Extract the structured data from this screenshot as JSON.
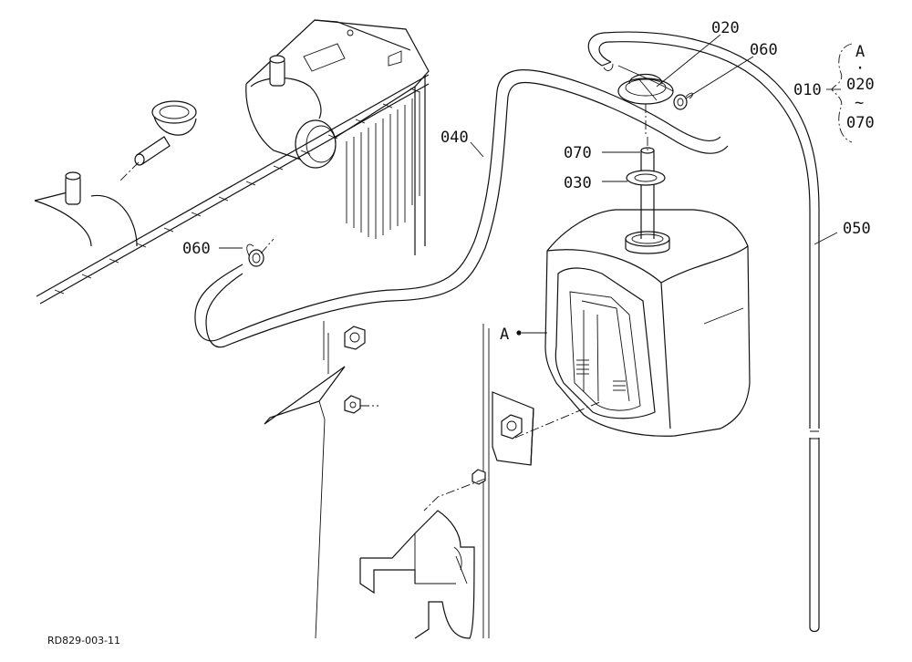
{
  "labels": {
    "p020": "020",
    "p060_top": "060",
    "p010": "010",
    "p040": "040",
    "p070": "070",
    "p030": "030",
    "p050": "050",
    "p060_left": "060",
    "marker_a": "A"
  },
  "callout": {
    "item_a": "A",
    "dot": "·",
    "item_020": "020",
    "tilde": "~",
    "item_070": "070"
  },
  "drawing_code": "RD829-003-11"
}
